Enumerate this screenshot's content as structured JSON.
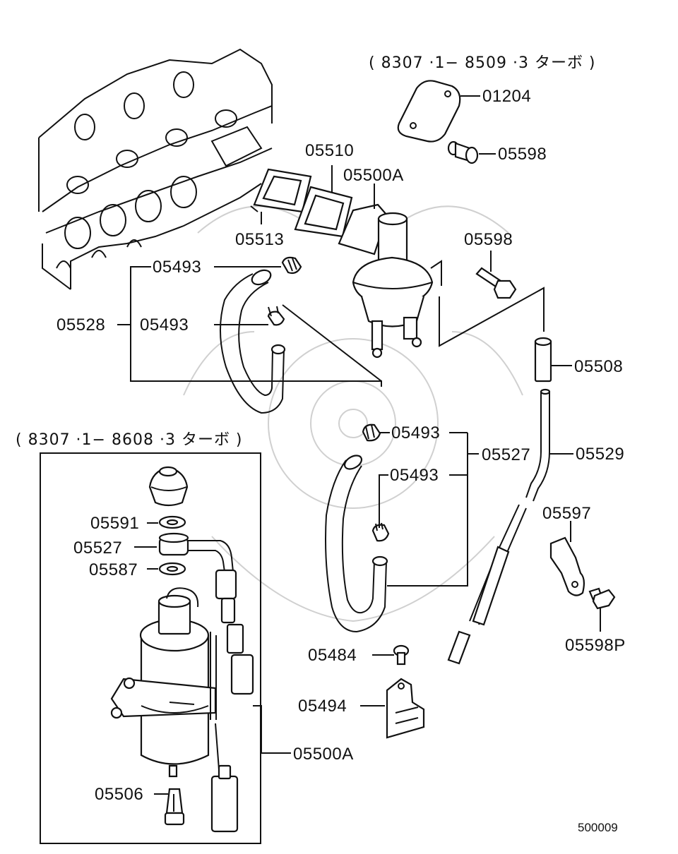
{
  "headers": {
    "turbo_1": "( 8307 ·1− 8509 ·3  ターボ )",
    "turbo_2": "( 8307 ·1− 8608 ·3  ターボ )"
  },
  "labels": {
    "p01204": "01204",
    "p05598_top": "05598",
    "p05510": "05510",
    "p05500A_top": "05500A",
    "p05513": "05513",
    "p05598_mid": "05598",
    "p05493_a": "05493",
    "p05528": "05528",
    "p05493_b": "05493",
    "p05508": "05508",
    "p05493_c": "05493",
    "p05527_right": "05527",
    "p05529": "05529",
    "p05493_d": "05493",
    "p05597": "05597",
    "p05598P": "05598P",
    "p05591": "05591",
    "p05527_left": "05527",
    "p05587": "05587",
    "p05484": "05484",
    "p05494": "05494",
    "p05500A_bottom": "05500A",
    "p05506": "05506"
  },
  "footer": {
    "diagram_code": "500009"
  }
}
